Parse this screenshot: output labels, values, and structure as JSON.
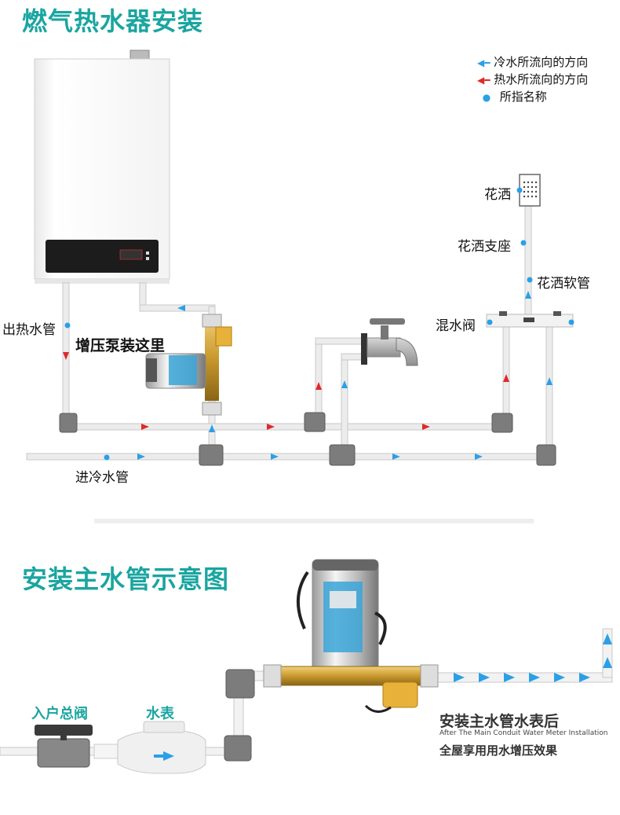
{
  "section1": {
    "title": "燃气热水器安装",
    "legend": [
      {
        "text": "冷水所流向的方向",
        "kind": "arrow",
        "color": "#2aa0e6"
      },
      {
        "text": "热水所流向的方向",
        "kind": "arrow",
        "color": "#e0282a"
      },
      {
        "text": "所指名称",
        "kind": "dot",
        "color": "#2aa0e6"
      }
    ],
    "labels": {
      "shower_head": "花洒",
      "shower_mount": "花洒支座",
      "shower_hose": "花洒软管",
      "mixing_valve": "混水阀",
      "hot_out": "出热水管",
      "pump_here": "增压泵装这里",
      "cold_in": "进冷水管"
    }
  },
  "section2": {
    "title": "安装主水管示意图",
    "labels": {
      "main_valve": "入户总阀",
      "meter": "水表",
      "after_meter_cn": "安装主水管水表后",
      "after_meter_en": "After The Main Conduit Water Meter Installation",
      "whole_house": "全屋享用用水增压效果"
    }
  },
  "colors": {
    "accent": "#1aa5a0",
    "cold": "#2aa0e6",
    "hot": "#e0282a",
    "pipe": "#d2d2d2",
    "fitting": "#7a7a7a"
  }
}
